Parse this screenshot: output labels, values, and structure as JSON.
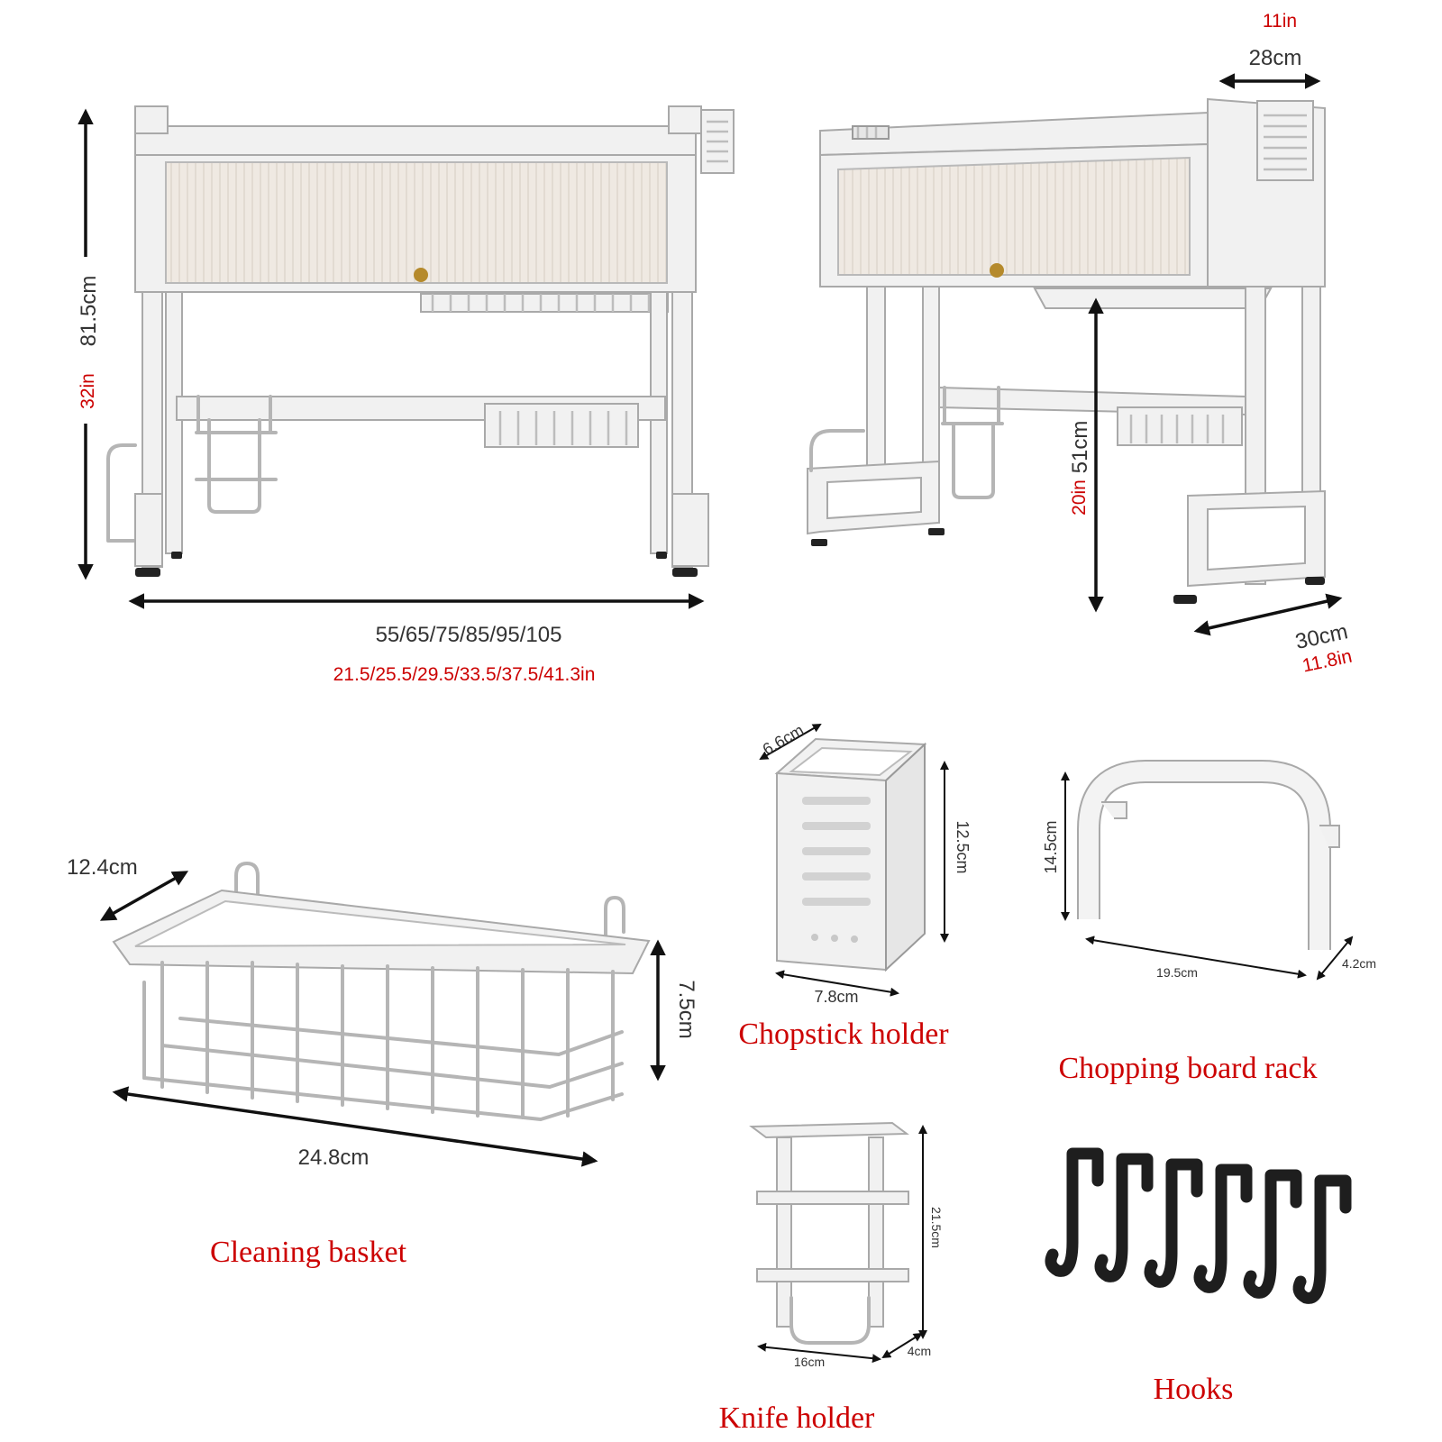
{
  "main_rack": {
    "height_cm": "81.5cm",
    "height_in": "32in",
    "width_cm": "55/65/75/85/95/105",
    "width_in": "21.5/25.5/29.5/33.5/37.5/41.3in"
  },
  "side_view": {
    "top_width_in": "11in",
    "top_width_cm": "28cm",
    "clearance_cm": "51cm",
    "clearance_in": "20in",
    "depth_cm": "30cm",
    "depth_in": "11.8in"
  },
  "cleaning_basket": {
    "caption": "Cleaning basket",
    "depth": "12.4cm",
    "height": "7.5cm",
    "length": "24.8cm"
  },
  "chopstick_holder": {
    "caption": "Chopstick holder",
    "depth": "6.6cm",
    "height": "12.5cm",
    "width": "7.8cm"
  },
  "chopping_board_rack": {
    "caption": "Chopping board rack",
    "height": "14.5cm",
    "width": "19.5cm",
    "depth": "4.2cm"
  },
  "knife_holder": {
    "caption": "Knife holder",
    "height": "21.5cm",
    "width": "16cm",
    "depth": "4cm"
  },
  "hooks": {
    "caption": "Hooks",
    "count": 6
  },
  "colors": {
    "label_red": "#cc0000",
    "dimension_text": "#333333",
    "frame": "#f1f1f1",
    "hook": "#1e1e1e"
  }
}
